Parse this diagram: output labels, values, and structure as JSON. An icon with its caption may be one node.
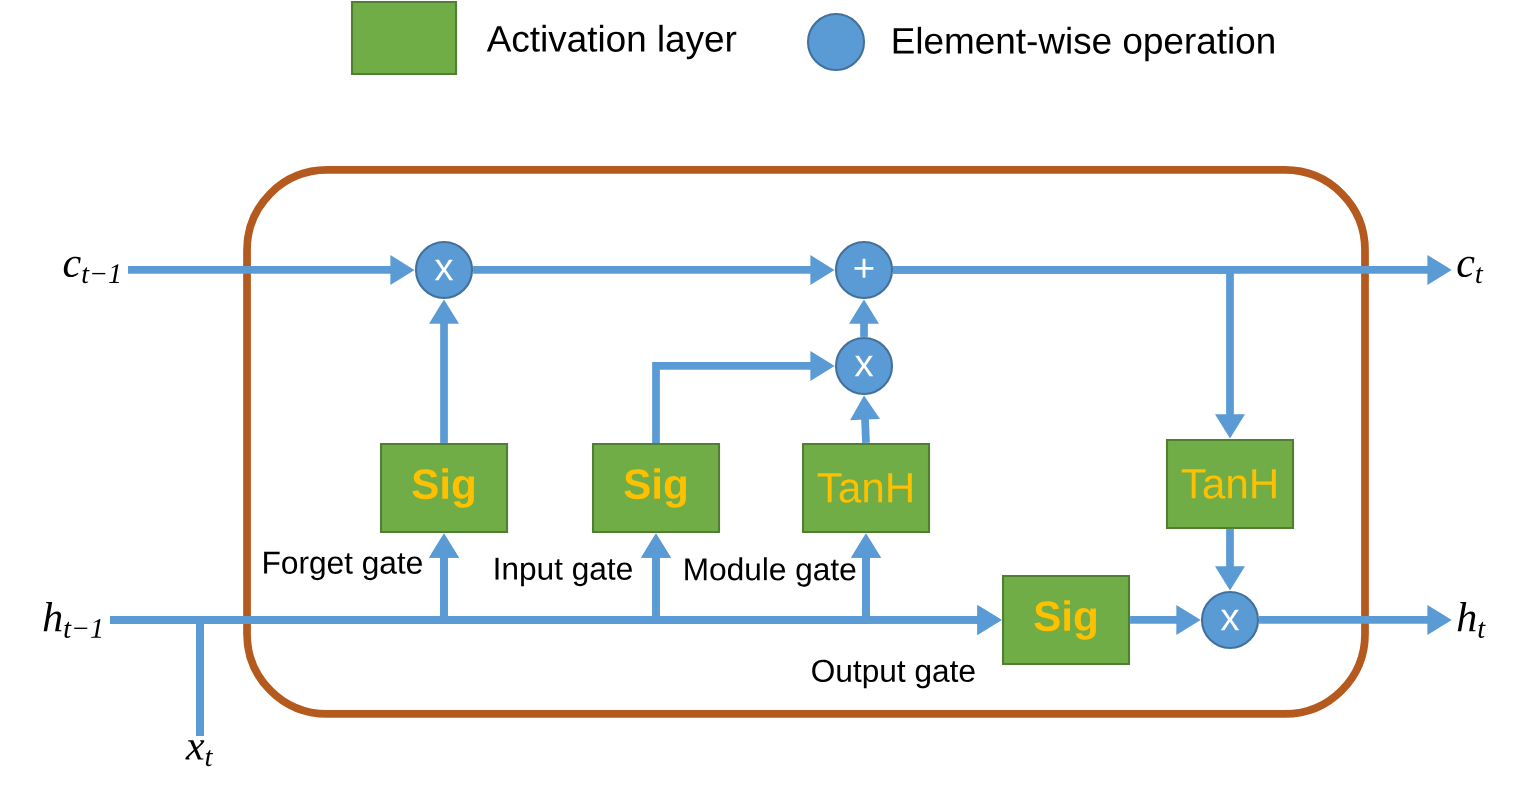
{
  "diagram": {
    "nodes": [
      {
        "text": [],
        "shape": "box"
      },
      {
        "text": [
          "c$_{t−1}$"
        ]
      },
      {
        "text": [
          "h$_{t−1}$"
        ]
      },
      {
        "text": [
          "x$_{t}$"
        ]
      },
      {
        "text": [
          "c$_{t}$"
        ]
      },
      {
        "text": [
          "h$_{t}$"
        ]
      },
      {
        "text": [
          "x"
        ],
        "in": 0
      },
      {
        "text": [
          "+"
        ],
        "in": 0
      },
      {
        "text": [
          "x"
        ],
        "in": 0
      },
      {
        "text": [
          "Sig"
        ],
        "beside": [
          "Forget gate"
        ],
        "in": 0
      },
      {
        "text": [
          "Sig"
        ],
        "beside": [
          "Input gate"
        ],
        "in": 0
      },
      {
        "text": [
          "TanH"
        ],
        "beside": [
          "Module gate"
        ],
        "in": 0
      },
      {
        "text": [
          "TanH"
        ],
        "in": 0
      },
      {
        "text": [
          "Sig"
        ],
        "beside": [
          "Output gate"
        ],
        "in": 0
      },
      {
        "text": [
          "x"
        ],
        "in": 0
      }
    ],
    "edges": [
      {
        "from": 1,
        "to": 6,
        "arrow": "to"
      },
      {
        "from": 6,
        "to": 7,
        "arrow": "to"
      },
      {
        "from": 7,
        "to": 4,
        "arrow": "to"
      },
      {
        "from": 7,
        "to": 12,
        "arrow": "to"
      },
      {
        "from": 9,
        "to": 6,
        "arrow": "to"
      },
      {
        "from": 10,
        "to": 8,
        "arrow": "to"
      },
      {
        "from": 11,
        "to": 8,
        "arrow": "to"
      },
      {
        "from": 8,
        "to": 7,
        "arrow": "to"
      },
      {
        "from": 12,
        "to": 14,
        "arrow": "to"
      },
      {
        "from": 13,
        "to": 14,
        "arrow": "to"
      },
      {
        "from": 14,
        "to": 5,
        "arrow": "to"
      },
      {
        "from": 2,
        "to": 9,
        "arrow": "to"
      },
      {
        "from": 2,
        "to": 10,
        "arrow": "to"
      },
      {
        "from": 2,
        "to": 11,
        "arrow": "to"
      },
      {
        "from": 2,
        "to": 13,
        "arrow": "to"
      },
      {
        "from": 3,
        "to": 9,
        "arrow": "to"
      },
      {
        "from": 3,
        "to": 10,
        "arrow": "to"
      },
      {
        "from": 3,
        "to": 11,
        "arrow": "to"
      },
      {
        "from": 3,
        "to": 13,
        "arrow": "to"
      }
    ],
    "legend": [
      {
        "text": "Activation layer",
        "color": "#70ad47"
      },
      {
        "text": "Element-wise operation",
        "color": "#5b9bd5"
      }
    ]
  }
}
